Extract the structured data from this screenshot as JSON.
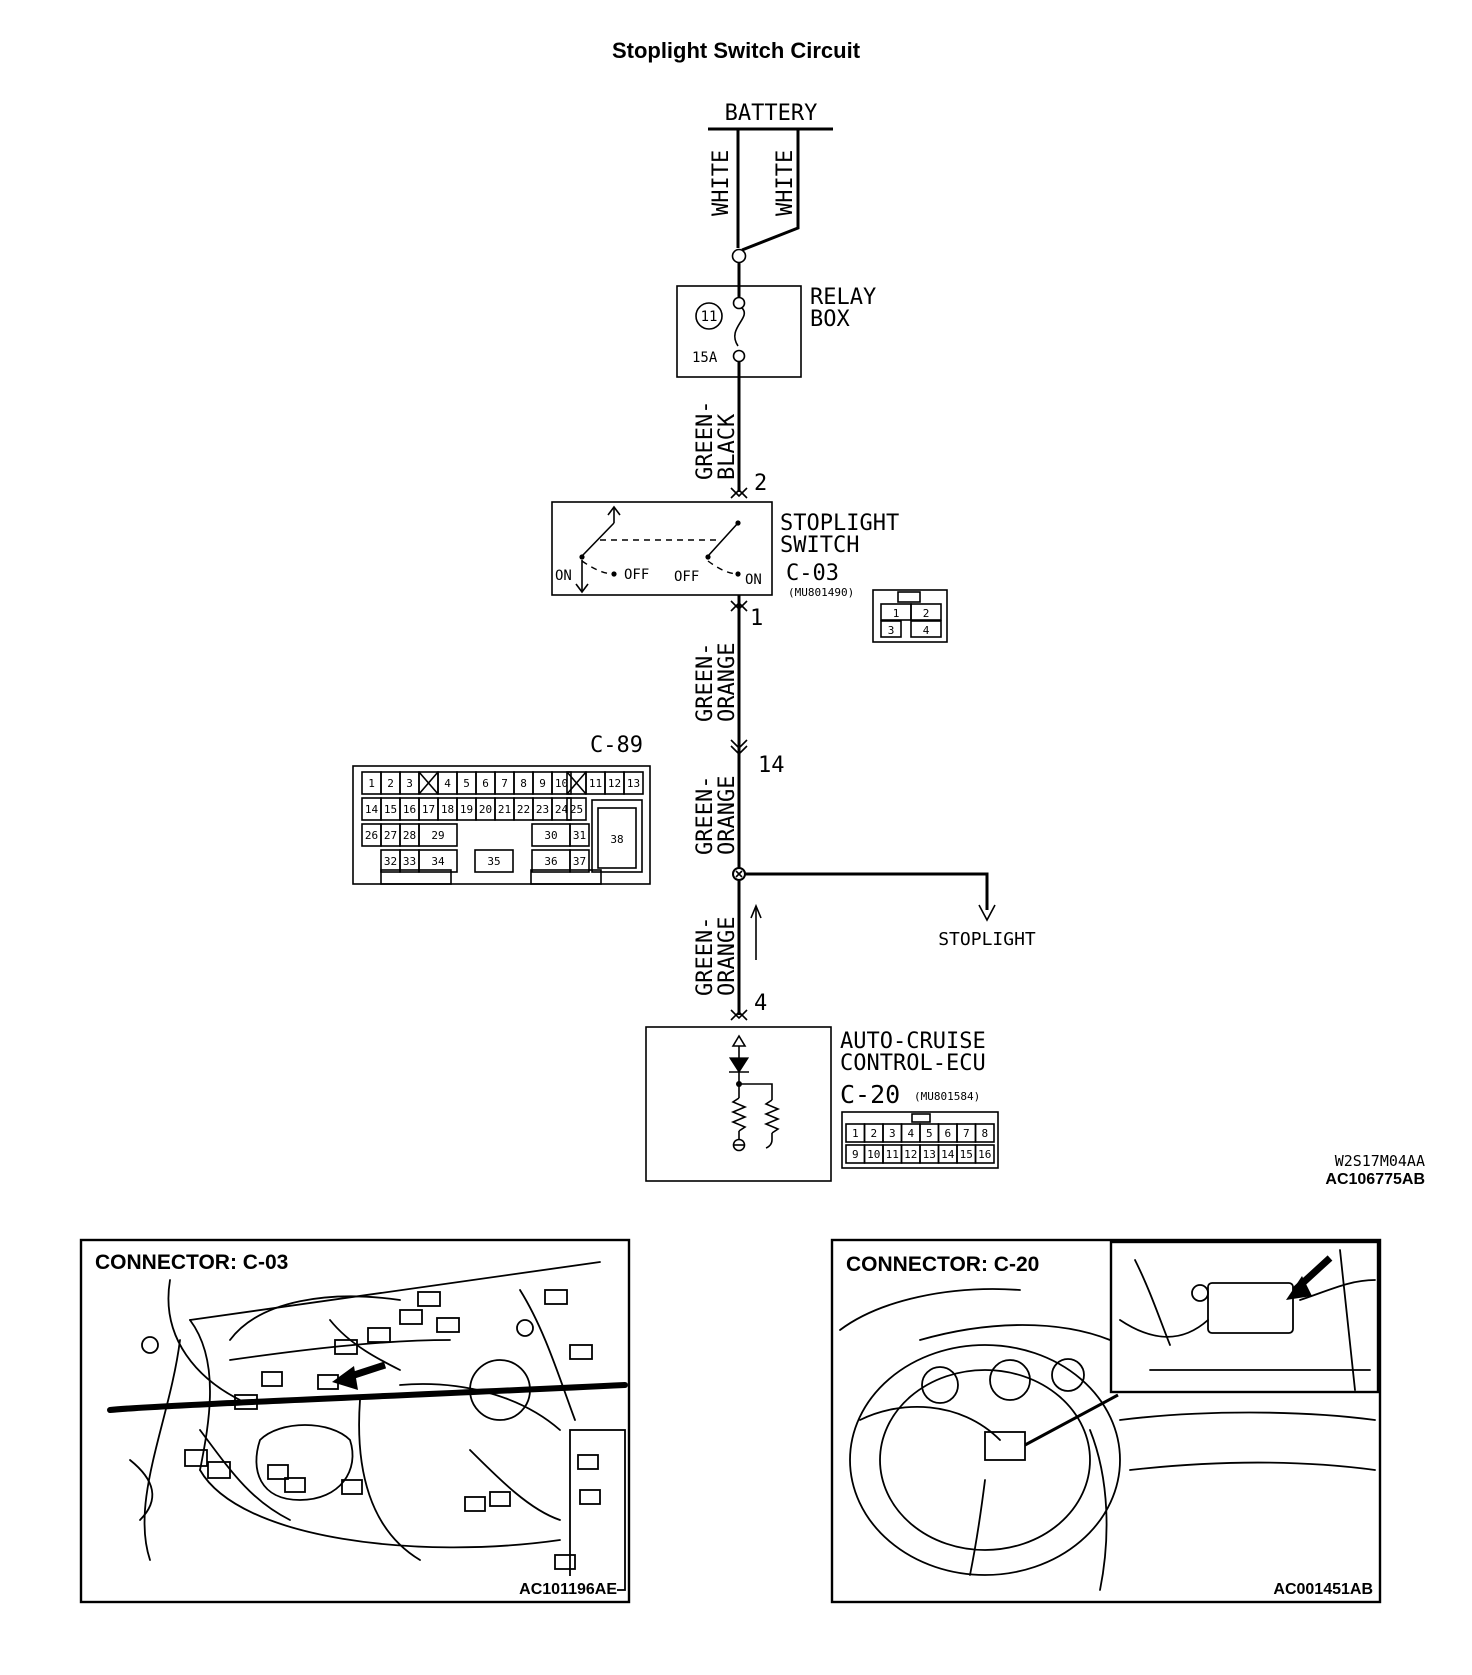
{
  "title": "Stoplight Switch Circuit",
  "battery_label": "BATTERY",
  "wires": {
    "white_1": "WHITE",
    "white_2": "WHITE",
    "green_black_1": "GREEN-",
    "green_black_2": "BLACK",
    "green_orange_a1": "GREEN-",
    "green_orange_a2": "ORANGE",
    "green_orange_b1": "GREEN-",
    "green_orange_b2": "ORANGE",
    "green_orange_c1": "GREEN-",
    "green_orange_c2": "ORANGE"
  },
  "relay_box": {
    "label_1": "RELAY",
    "label_2": "BOX",
    "fuse_number": "11",
    "fuse_rating": "15A"
  },
  "stoplight_switch": {
    "label_1": "STOPLIGHT",
    "label_2": "SWITCH",
    "connector": "C-03",
    "part_number": "(MU801490)",
    "pin_top": "2",
    "pin_bottom": "1",
    "state_on_left": "ON",
    "state_off_left": "OFF",
    "state_off_right": "OFF",
    "state_on_right": "ON",
    "connector_pins": [
      "1",
      "2",
      "3",
      "4"
    ]
  },
  "connector_c89": {
    "label": "C-89",
    "pin": "14",
    "row1": [
      "1",
      "2",
      "3",
      "4",
      "5",
      "6",
      "7",
      "8",
      "9",
      "10",
      "11",
      "12",
      "13"
    ],
    "row2": [
      "14",
      "15",
      "16",
      "17",
      "18",
      "19",
      "20",
      "21",
      "22",
      "23",
      "24",
      "25"
    ],
    "row3": [
      "26",
      "27",
      "28",
      "29",
      "30",
      "31"
    ],
    "row4": [
      "32",
      "33",
      "34",
      "35",
      "36",
      "37"
    ],
    "big_pin": "38"
  },
  "stoplight_label": "STOPLIGHT",
  "ecu": {
    "label_1": "AUTO-CRUISE",
    "label_2": "CONTROL-ECU",
    "connector": "C-20",
    "part_number": "(MU801584)",
    "pin": "4",
    "pins_row1": [
      "1",
      "2",
      "3",
      "4",
      "5",
      "6",
      "7",
      "8"
    ],
    "pins_row2": [
      "9",
      "10",
      "11",
      "12",
      "13",
      "14",
      "15",
      "16"
    ]
  },
  "codes": {
    "diagram_code_1": "W2S17M04AA",
    "diagram_code_2": "AC106775AB"
  },
  "panels": {
    "left_title": "CONNECTOR: C-03",
    "left_code": "AC101196AE",
    "right_title": "CONNECTOR: C-20",
    "right_code": "AC001451AB"
  }
}
